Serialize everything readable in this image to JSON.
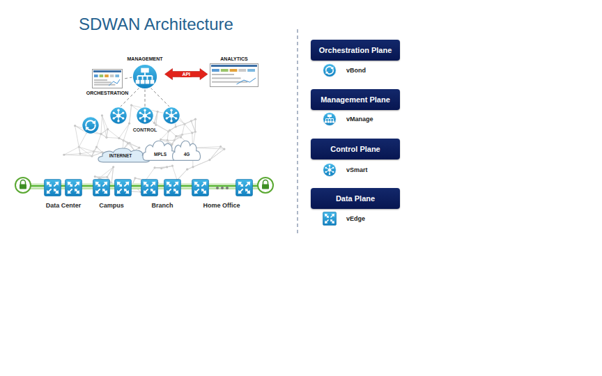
{
  "diagram": {
    "title": "SDWAN Architecture",
    "nodes": [
      {
        "text": [
          "ORCHESTRATION"
        ]
      },
      {
        "text": [
          "MANAGEMENT"
        ]
      },
      {
        "text": [
          "ANALYTICS"
        ]
      },
      {
        "text": [
          "INTERNET"
        ]
      },
      {
        "text": [
          "MPLS"
        ]
      },
      {
        "text": [
          "4G"
        ]
      },
      {
        "text": [
          "Orchestration Plane"
        ]
      },
      {
        "text": [
          "Management Plane"
        ]
      },
      {
        "text": [
          "Control Plane"
        ]
      },
      {
        "text": [
          "Data Plane"
        ]
      }
    ],
    "edges": [
      {
        "from": 1,
        "to": 2,
        "arrow": "both",
        "label": "API"
      }
    ],
    "labels": [
      "CONTROL",
      "Data Center",
      "Campus",
      "Branch",
      "Home Office",
      "vBond",
      "vManage",
      "vSmart",
      "vEdge"
    ]
  }
}
